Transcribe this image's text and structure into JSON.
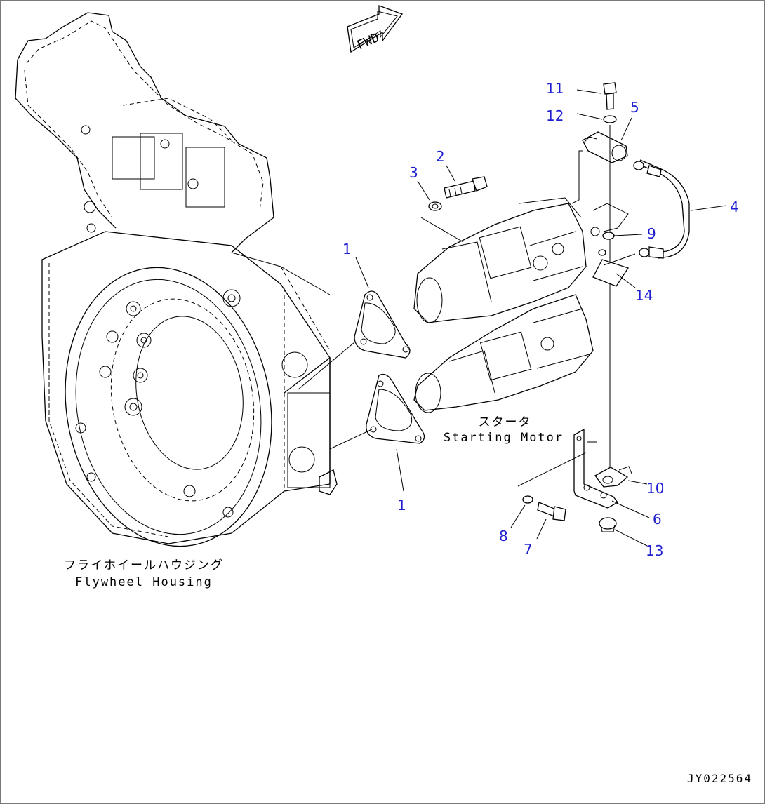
{
  "fwd_label": "FWD",
  "flywheel_housing": {
    "label_jp": "フライホイールハウジング",
    "label_en": "Flywheel Housing"
  },
  "starting_motor": {
    "label_jp": "スタータ",
    "label_en": "Starting Motor"
  },
  "drawing_code": "JY022564",
  "callouts": {
    "c1a": "1",
    "c1b": "1",
    "c2": "2",
    "c3": "3",
    "c4": "4",
    "c5": "5",
    "c6": "6",
    "c7": "7",
    "c8": "8",
    "c9": "9",
    "c10": "10",
    "c11": "11",
    "c12": "12",
    "c13": "13",
    "c14": "14"
  },
  "colors": {
    "callout": "#1f1fd0",
    "line": "#000000"
  }
}
